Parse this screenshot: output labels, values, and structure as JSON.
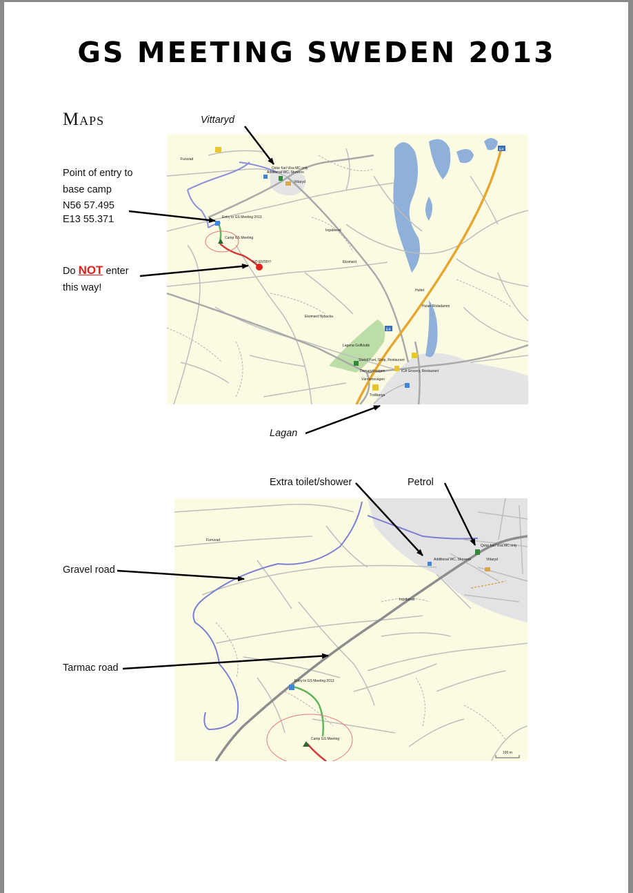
{
  "title": "GS MEETING SWEDEN 2013",
  "section": "Maps",
  "map1": {
    "callouts": {
      "vittaryd": "Vittaryd",
      "entry_line1": "Point of entry to",
      "entry_line2": "base camp",
      "entry_coord1": "N56 57.495",
      "entry_coord2": "E13 55.371",
      "warn_prefix": "Do",
      "warn_not": "NOT",
      "warn_suffix": "enter",
      "warn_line2": "this way!",
      "lagan": "Lagan"
    },
    "labels": {
      "entry": "Entry to GS Meeting 2013",
      "camp": "Camp GS Meeting",
      "no_entry": "NO ENTRY!",
      "vittaryd_poi": "Qstar fuel Visa MC only",
      "vittaryd_wc": "Additional WC, Showers",
      "vittaryd_town": "Vittaryd",
      "lagena": "Lagena Golfklubb",
      "statoil": "Statoil Fuel, Shop, Restaurant",
      "ica": "ICA Grocery, Restaurant",
      "highway": "E4",
      "roads": [
        "Hultet",
        "Ekomard",
        "Domarydsvägen",
        "Värnamovägen",
        "Ingaberad",
        "Trollberga",
        "Furuvad",
        "Hulan Rödadamm",
        "Ekomard Nybacka"
      ]
    }
  },
  "map2": {
    "callouts": {
      "extra": "Extra toilet/shower",
      "petrol": "Petrol",
      "gravel": "Gravel road",
      "tarmac": "Tarmac road"
    },
    "labels": {
      "fuel": "Qstar fuel Visa MC only",
      "wc": "Additional WC, Showers",
      "entry": "Entry to GS Meeting 2013",
      "camp": "Camp GS Meeting",
      "town": "Vittaryd",
      "road1": "Furruvad",
      "road2": "Ingaberad",
      "scale": "100 m"
    }
  },
  "colors": {
    "map_bg": "#fbfbe3",
    "road": "#c8c8c8",
    "minor": "#a8a8a8",
    "gravel": "#7a7fd0",
    "tarmac": "#777777",
    "highway": "#e6a731",
    "water": "#8fb0d8",
    "forest": "#b9dba1",
    "green_route": "#5fb55a",
    "red_route": "#cf3b3b",
    "town": "#e0e0e2"
  }
}
